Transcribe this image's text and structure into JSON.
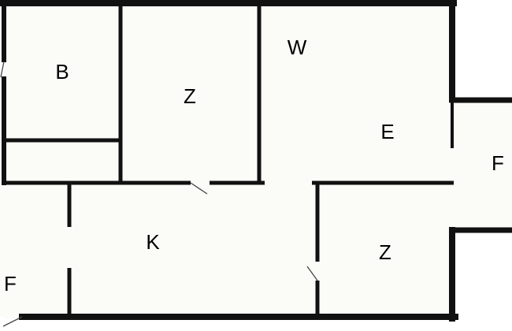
{
  "colors": {
    "floor": "#fbfcf7",
    "wall": "#111111",
    "door": "#444444",
    "background": "#ffffff"
  },
  "rooms": {
    "b": "B",
    "z_top": "Z",
    "w": "W",
    "e": "E",
    "f_right": "F",
    "k": "K",
    "z_bottom": "Z",
    "f_left": "F"
  }
}
